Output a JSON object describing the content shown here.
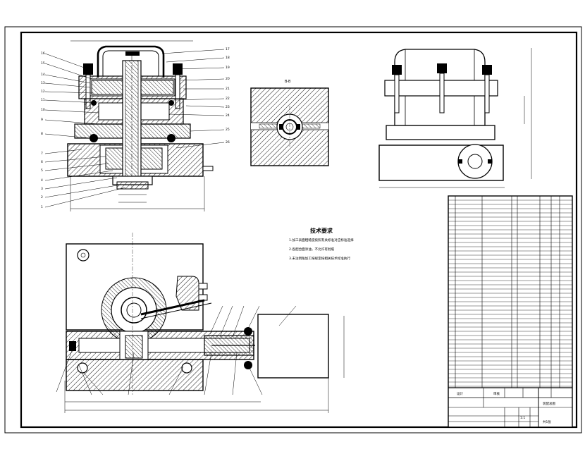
{
  "drawing": {
    "technical_requirements": {
      "title": "技术要求",
      "items": [
        "1.加工表面粗糙度按照有关标准对应标准选择",
        "2.各配合面涂油，不允许有划痕",
        "3.未注倒角加工按规定按相关技术标准执行"
      ]
    },
    "section_label": "B-B",
    "part_balloons_left": [
      "16",
      "15",
      "14",
      "13",
      "12",
      "11",
      "10",
      "9",
      "8",
      "7",
      "6",
      "5",
      "4",
      "3",
      "2",
      "1"
    ],
    "part_balloons_right": [
      "17",
      "18",
      "19",
      "20",
      "21",
      "22",
      "23",
      "24",
      "25",
      "26"
    ],
    "bom_cells": {
      "designer": "设计",
      "checker": "审核",
      "drawing_title": "装配总图",
      "scale": "1:1",
      "sheet": "共1张"
    }
  }
}
